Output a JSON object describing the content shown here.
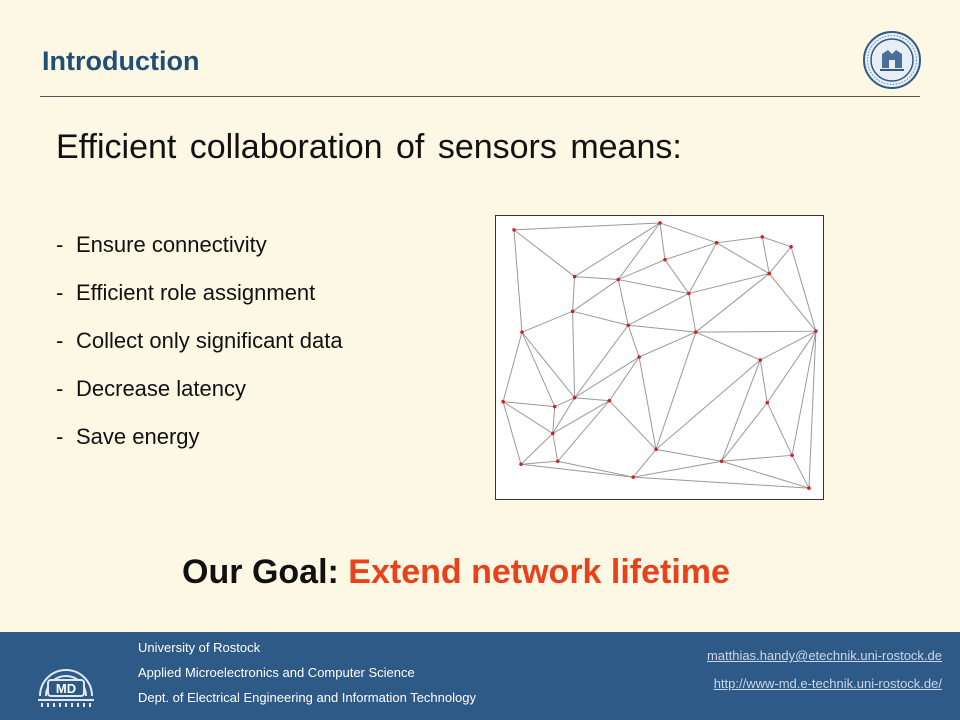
{
  "slide": {
    "title": "Introduction",
    "headline": "Efficient collaboration of sensors means:",
    "bullets": [
      "Ensure connectivity",
      "Efficient role assignment",
      "Collect only significant data",
      "Decrease latency",
      "Save energy"
    ],
    "bullet_marker": "-",
    "goal_prefix": "Our Goal:",
    "goal_text": "Extend network lifetime"
  },
  "footer": {
    "lines": [
      "University of Rostock",
      "Applied Microelectronics and Computer Science",
      "Dept. of Electrical Engineering and Information Technology"
    ],
    "email": "matthias.handy@etechnik.uni-rostock.de",
    "url": "http://www-md.e-technik.uni-rostock.de/",
    "logo_text": "MD"
  },
  "colors": {
    "background": "#fdf8e4",
    "title": "#1f4e79",
    "accent": "#e8421c",
    "footer": "#2e5a87",
    "node": "#d42020",
    "edge": "#999999"
  },
  "icons": [
    "university-seal-icon",
    "md-logo-icon"
  ]
}
